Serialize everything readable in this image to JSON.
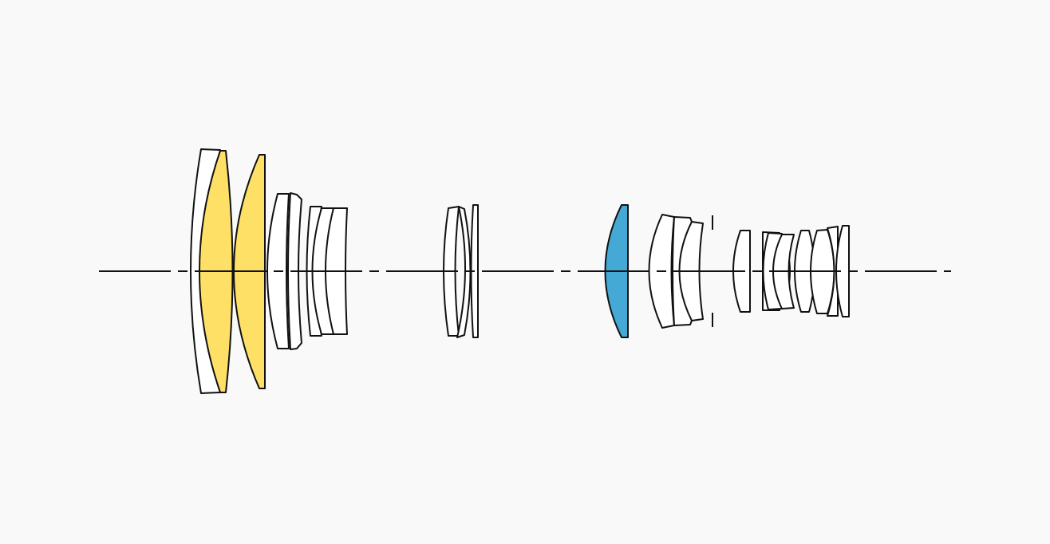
{
  "diagram": {
    "type": "lens-optical-construction",
    "colors": {
      "background": "#f9f9f9",
      "outline": "#111111",
      "element_default": "#ffffff",
      "element_highlight_yellow": "#ffe066",
      "element_highlight_blue": "#45a9d6"
    },
    "groups": [
      {
        "name": "front-group",
        "element_count": 8,
        "highlighted": [
          "yellow",
          "yellow"
        ]
      },
      {
        "name": "middle-group",
        "element_count": 3
      },
      {
        "name": "focus-element",
        "element_count": 1,
        "highlighted": [
          "blue"
        ]
      },
      {
        "name": "pre-stop-group",
        "element_count": 3
      },
      {
        "name": "rear-group",
        "element_count": 8
      }
    ]
  }
}
